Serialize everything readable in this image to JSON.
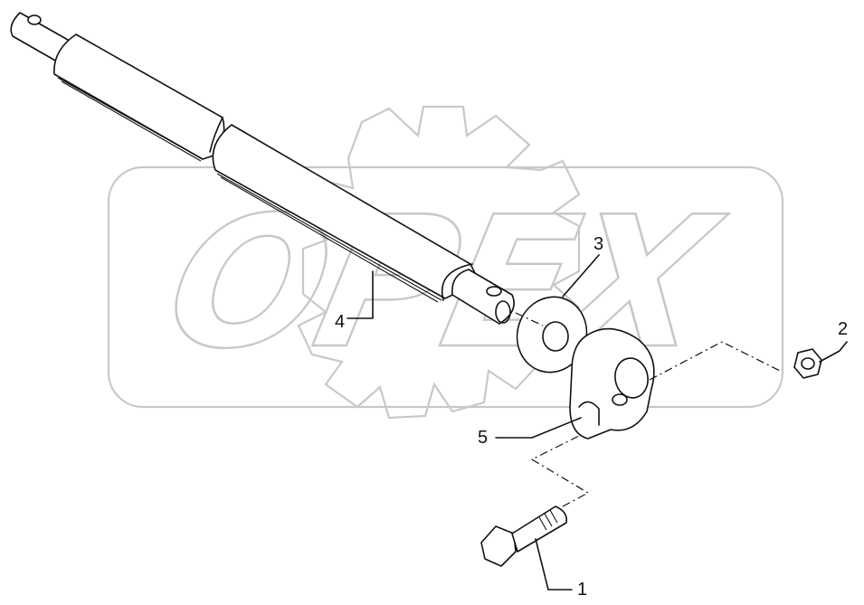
{
  "watermark": {
    "text": "OPEX"
  },
  "corner_mark": "",
  "callouts": [
    {
      "id": "1",
      "label": "1"
    },
    {
      "id": "2",
      "label": "2"
    },
    {
      "id": "3",
      "label": "3"
    },
    {
      "id": "4",
      "label": "4"
    },
    {
      "id": "5",
      "label": "5"
    }
  ],
  "parts": [
    {
      "id": "1",
      "name": "bolt"
    },
    {
      "id": "2",
      "name": "nut"
    },
    {
      "id": "3",
      "name": "washer"
    },
    {
      "id": "4",
      "name": "shaft"
    },
    {
      "id": "5",
      "name": "clamp"
    }
  ],
  "colors": {
    "line": "#111111",
    "watermark": "#c8c8c8",
    "background": "#ffffff"
  }
}
